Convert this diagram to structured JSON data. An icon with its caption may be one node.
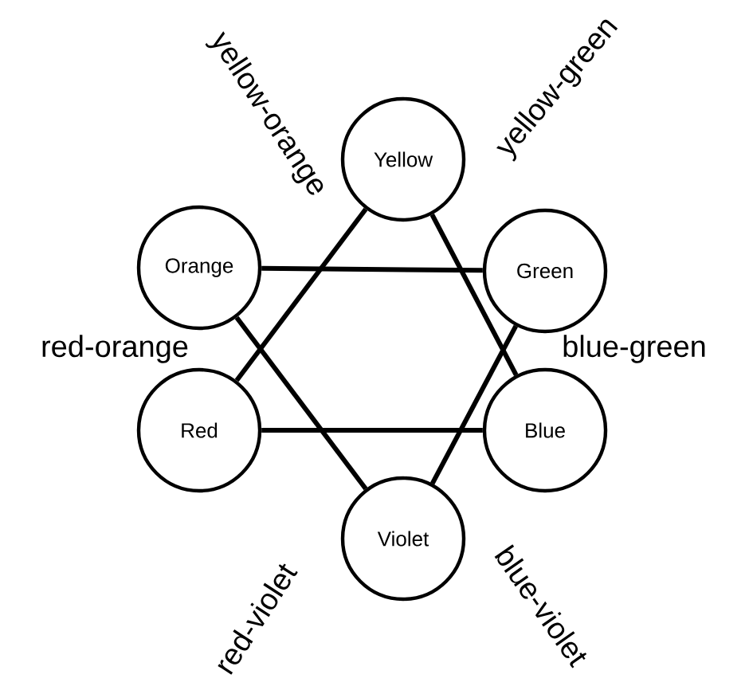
{
  "diagram": {
    "nodes": [
      {
        "text": [
          "Yellow"
        ]
      },
      {
        "text": [
          "Orange"
        ]
      },
      {
        "text": [
          "Green"
        ]
      },
      {
        "text": [
          "Red"
        ]
      },
      {
        "text": [
          "Blue"
        ]
      },
      {
        "text": [
          "Violet"
        ]
      }
    ],
    "edges": [
      {
        "from": 0,
        "to": 3,
        "arrow": "none"
      },
      {
        "from": 0,
        "to": 4,
        "arrow": "none"
      },
      {
        "from": 3,
        "to": 4,
        "arrow": "none"
      },
      {
        "from": 1,
        "to": 2,
        "arrow": "none"
      },
      {
        "from": 1,
        "to": 5,
        "arrow": "none"
      },
      {
        "from": 2,
        "to": 5,
        "arrow": "none"
      }
    ],
    "labels": [
      "yellow-orange",
      "yellow-green",
      "red-orange",
      "blue-green",
      "red-violet",
      "blue-violet"
    ]
  }
}
